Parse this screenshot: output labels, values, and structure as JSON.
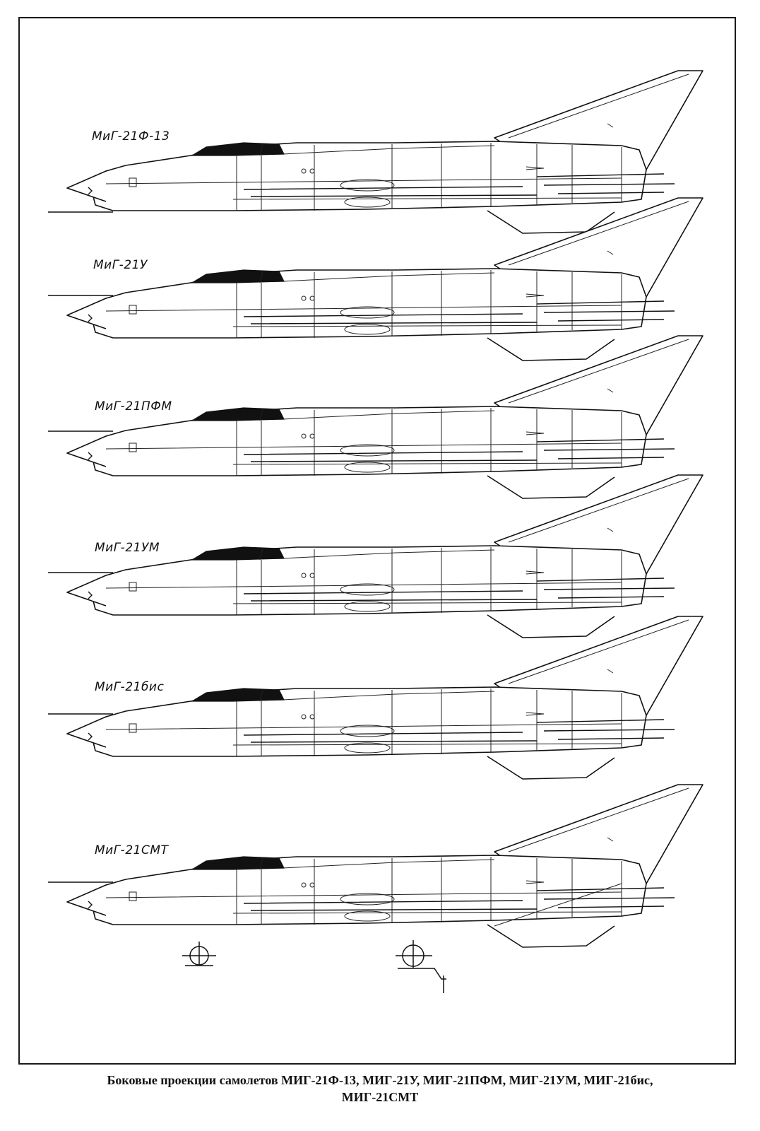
{
  "variants": [
    {
      "label": "МиГ-21Ф-13"
    },
    {
      "label": "МиГ-21У"
    },
    {
      "label": "МиГ-21ПФМ"
    },
    {
      "label": "МиГ-21УМ"
    },
    {
      "label": "МиГ-21бис"
    },
    {
      "label": "МиГ-21СМТ"
    }
  ],
  "caption": {
    "line1": "Боковые проекции самолетов МИГ-21Ф-13, МИГ-21У, МИГ-21ПФМ, МИГ-21УМ, МИГ-21бис,",
    "line2": "МИГ-21СМТ"
  }
}
